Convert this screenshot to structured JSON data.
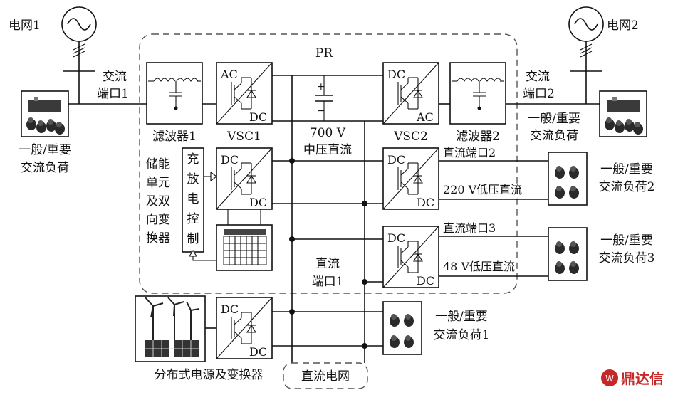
{
  "grid1": "电网1",
  "grid2": "电网2",
  "pr": "PR",
  "ac_port1": [
    "交流",
    "端口1"
  ],
  "ac_port2": [
    "交流",
    "端口2"
  ],
  "filter1": "滤波器1",
  "filter2": "滤波器2",
  "vsc1": "VSC1",
  "vsc2": "VSC2",
  "ac": "AC",
  "dc": "DC",
  "mvdc": [
    "700 V",
    "中压直流"
  ],
  "ac_load_left": [
    "一般/重要",
    "交流负荷"
  ],
  "ac_load_right": [
    "一般/重要",
    "交流负荷"
  ],
  "storage": [
    "储能",
    "单元",
    "及双",
    "向变",
    "换器"
  ],
  "charge_ctrl": [
    "充",
    "放",
    "电",
    "控",
    "制"
  ],
  "dc_port2": "直流端口2",
  "lv220": "220 V低压直流",
  "dc_port3": "直流端口3",
  "lv48": "48 V低压直流",
  "load2": [
    "一般/重要",
    "交流负荷2"
  ],
  "load3": [
    "一般/重要",
    "交流负荷3"
  ],
  "dc_port1": [
    "直流",
    "端口1"
  ],
  "load1": [
    "一般/重要",
    "交流负荷1"
  ],
  "dist_source": "分布式电源及变换器",
  "dc_grid": "直流电网",
  "watermark": "鼎达信",
  "colors": {
    "line": "#111111",
    "dashed": "#555555",
    "watermark": "#c62828"
  }
}
